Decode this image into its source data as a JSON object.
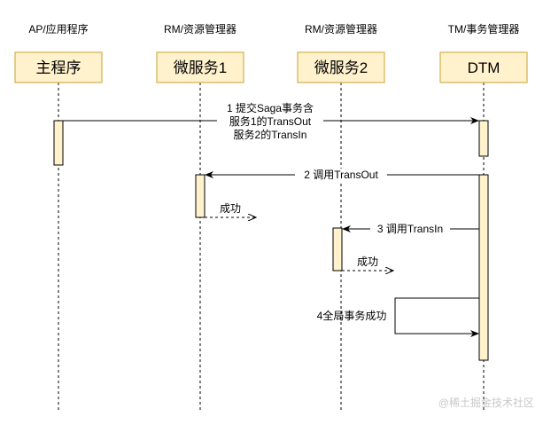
{
  "participants": [
    {
      "id": "ap",
      "role_label": "AP/应用程序",
      "box_label": "主程序"
    },
    {
      "id": "rm1",
      "role_label": "RM/资源管理器",
      "box_label": "微服务1"
    },
    {
      "id": "rm2",
      "role_label": "RM/资源管理器",
      "box_label": "微服务2"
    },
    {
      "id": "tm",
      "role_label": "TM/事务管理器",
      "box_label": "DTM"
    }
  ],
  "messages": [
    {
      "id": "m1",
      "lines": [
        "1 提交Saga事务含",
        "服务1的TransOut",
        "服务2的TransIn"
      ]
    },
    {
      "id": "m2",
      "lines": [
        "2 调用TransOut"
      ]
    },
    {
      "id": "m3",
      "lines": [
        "成功"
      ]
    },
    {
      "id": "m4",
      "lines": [
        "3 调用TransIn"
      ]
    },
    {
      "id": "m5",
      "lines": [
        "成功"
      ]
    },
    {
      "id": "m6",
      "lines": [
        "4全局事务成功"
      ]
    }
  ],
  "watermark": "@稀土掘金技术社区",
  "colors": {
    "box_fill": "#fff2cc",
    "box_stroke": "#d6b656",
    "line": "#000000",
    "text": "#000000",
    "watermark": "#c8c8c8"
  }
}
